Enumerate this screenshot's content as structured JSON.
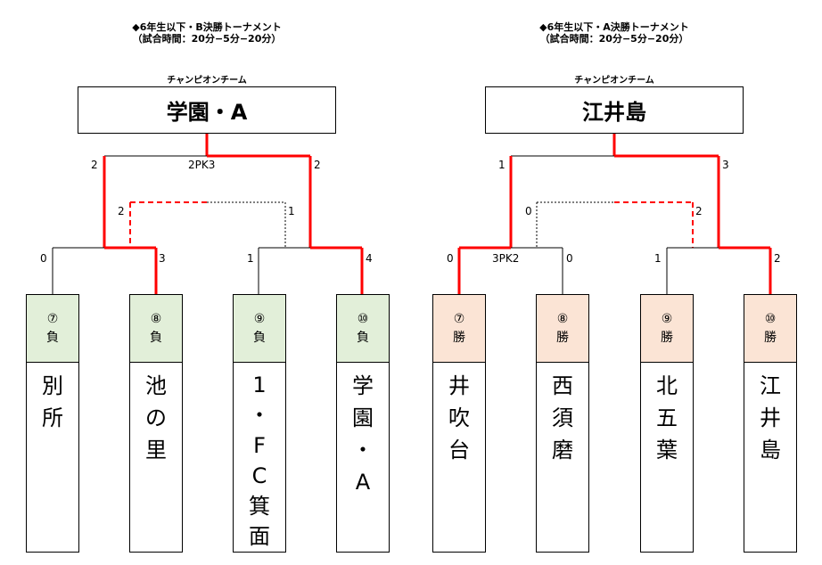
{
  "left": {
    "title_line1": "◆6年生以下・B決勝トーナメント",
    "title_line2": "（試合時間：20分−5分−20分）",
    "champion_label": "チャンピオンチーム",
    "champion": "学園・A",
    "final_score": "2PK3",
    "scores": {
      "final_left": "2",
      "final_right": "2",
      "semi_left_left": "2",
      "semi_right_right": "1",
      "q1_left": "0",
      "q1_right": "3",
      "q2_left": "1",
      "q2_right": "4"
    },
    "teams": [
      {
        "seed": "⑦",
        "result": "負",
        "chars": [
          "別",
          "所"
        ]
      },
      {
        "seed": "⑧",
        "result": "負",
        "chars": [
          "池",
          "の",
          "里"
        ]
      },
      {
        "seed": "⑨",
        "result": "負",
        "chars": [
          "1",
          "・",
          "F",
          "C",
          "箕",
          "面"
        ]
      },
      {
        "seed": "⑩",
        "result": "負",
        "chars": [
          "学",
          "園",
          "・",
          "A"
        ]
      }
    ]
  },
  "right": {
    "title_line1": "◆6年生以下・A決勝トーナメント",
    "title_line2": "（試合時間：20分−5分−20分）",
    "champion_label": "チャンピオンチーム",
    "champion": "江井島",
    "semi_score": "3PK2",
    "scores": {
      "final_left": "1",
      "final_right": "3",
      "semi_left_right": "0",
      "semi_right_right": "2",
      "q1_left": "0",
      "q1_right": "0",
      "q2_left": "1",
      "q2_right": "2"
    },
    "teams": [
      {
        "seed": "⑦",
        "result": "勝",
        "chars": [
          "井",
          "吹",
          "台"
        ]
      },
      {
        "seed": "⑧",
        "result": "勝",
        "chars": [
          "西",
          "須",
          "磨"
        ]
      },
      {
        "seed": "⑨",
        "result": "勝",
        "chars": [
          "北",
          "五",
          "葉"
        ]
      },
      {
        "seed": "⑩",
        "result": "勝",
        "chars": [
          "江",
          "井",
          "島"
        ]
      }
    ]
  },
  "colors": {
    "winner_line": "#ff0000",
    "loser_line": "#000000",
    "seed_green": "#e2efd9",
    "seed_peach": "#fbe4d5"
  }
}
